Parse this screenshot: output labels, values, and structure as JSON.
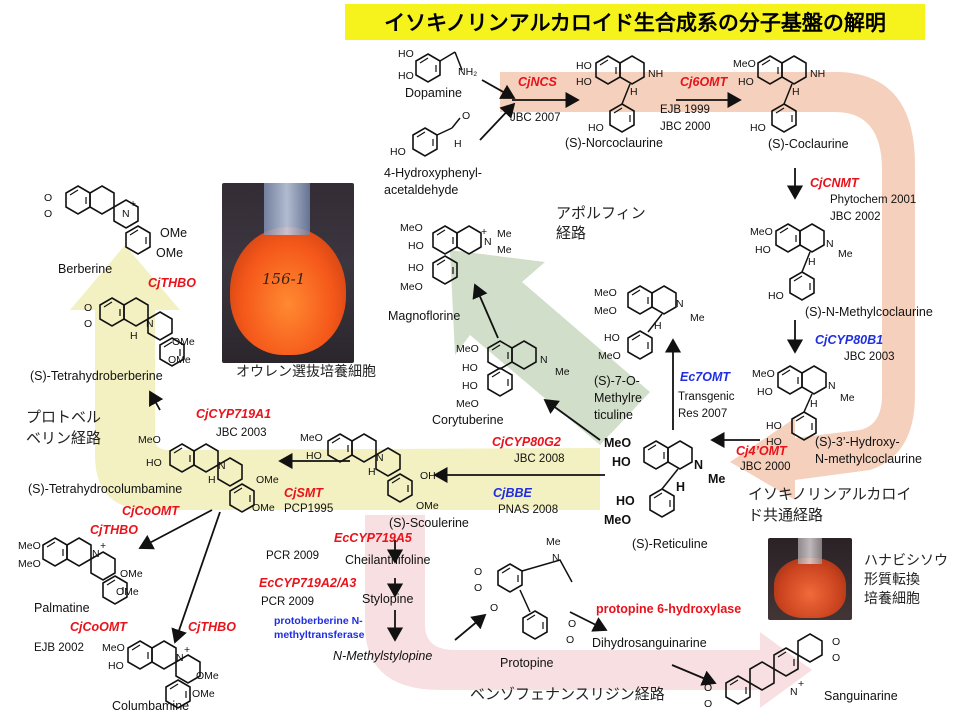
{
  "title": "イソキノリンアルカロイド生合成系の分子基盤の解明",
  "compounds": {
    "dopamine": "Dopamine",
    "hpaa_1": "4-Hydroxyphenyl-",
    "hpaa_2": "acetaldehyde",
    "norcoclaurine": "(S)-Norcoclaurine",
    "coclaurine": "(S)-Coclaurine",
    "n_methylcoclaurine": "(S)-N-Methylcoclaurine",
    "hydroxy_1": "(S)-3’-Hydroxy-",
    "hydroxy_2": "N-methylcoclaurine",
    "reticuline": "(S)-Reticuline",
    "methylreticuline_1": "(S)-7-O-",
    "methylreticuline_2": "Methylre",
    "methylreticuline_3": "ticuline",
    "corytuberine": "Corytuberine",
    "magnoflorine": "Magnoflorine",
    "scoulerine": "(S)-Scoulerine",
    "tetrahydrocolumbamine": "(S)-Tetrahydrocolumbamine",
    "tetrahydroberberine": "(S)-Tetrahydroberberine",
    "berberine": "Berberine",
    "palmatine": "Palmatine",
    "columbamine": "Columbamine",
    "cheilanthifoline": "Cheilanthifoline",
    "stylopine": "Stylopine",
    "n_methylstylopine": "N-Methylstylopine",
    "protopine": "Protopine",
    "dihydrosanguinarine": "Dihydrosanguinarine",
    "sanguinarine": "Sanguinarine"
  },
  "enzymes": {
    "ncs": "CjNCS",
    "six_omt": "Cj6OMT",
    "cnmt": "CjCNMT",
    "cyp80b1": "CjCYP80B1",
    "four_omt": "Cj4’OMT",
    "seven_omt": "Ec7OMT",
    "cyp80g2": "CjCYP80G2",
    "bbe": "CjBBE",
    "smt": "CjSMT",
    "cyp719a1": "CjCYP719A1",
    "thbo_top": "CjTHBO",
    "comt_1": "CjCoOMT",
    "thbo_1": "CjTHBO",
    "comt_2": "CjCoOMT",
    "thbo_2": "CjTHBO",
    "cyp719a5": "EcCYP719A5",
    "cyp719a2": "EcCYP719A2/A3",
    "ptm_1": "protoberberine N-",
    "ptm_2": "methyltransferase",
    "p6h": "protopine 6-hydroxylase"
  },
  "references": {
    "ncs": "JBC 2007",
    "six_omt_1": "EJB 1999",
    "six_omt_2": "JBC 2000",
    "cnmt_1": "Phytochem 2001",
    "cnmt_2": "JBC 2002",
    "cyp80b1": "JBC 2003",
    "four_omt": "JBC 2000",
    "seven_omt_1": "Transgenic",
    "seven_omt_2": "Res 2007",
    "cyp80g2": "JBC 2008",
    "bbe": "PNAS 2008",
    "smt": "PCP1995",
    "cyp719a1": "JBC 2003",
    "comt": "EJB 2002",
    "cyp719a5": "PCR 2009",
    "cyp719a2": "PCR 2009"
  },
  "pathways": {
    "aporphine_1": "アポルフィン",
    "aporphine_2": "経路",
    "protoberberine_1": "プロトベル",
    "protoberberine_2": "ベリン経路",
    "common_1": "イソキノリンアルカロイ",
    "common_2": "ド共通経路",
    "benzophenanthridine": "ベンゾフェナンスリジン経路"
  },
  "photos": {
    "coptis_caption": "オウレン選抜培養細胞",
    "coptis_tube_label": "156-1",
    "eschscholzia_caption_1": "ハナビシソウ",
    "eschscholzia_caption_2": "形質転換",
    "eschscholzia_caption_3": "培養細胞"
  },
  "structure_labels": {
    "ho": "HO",
    "meo": "MeO",
    "ome": "OMe",
    "oh": "OH",
    "nh": "NH",
    "nh2": "NH₂",
    "n": "N",
    "me": "Me",
    "h": "H",
    "o": "O",
    "plus": "+"
  },
  "colors": {
    "title_bg": "#f6f31c",
    "enzyme_red": "#e8121b",
    "enzyme_blue": "#1f2fe0",
    "common_arrow": "#f3c8b0",
    "aporphine_arrow": "#c9d8bf",
    "protoberberine_arrow": "#f1efb6",
    "benzophenanthridine_arrow": "#f7d9dc"
  }
}
